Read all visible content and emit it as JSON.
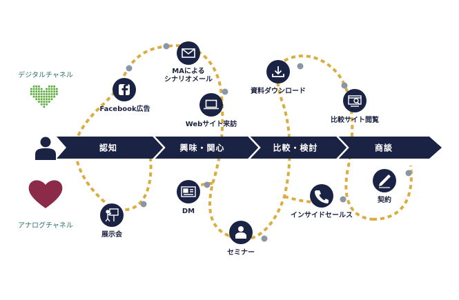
{
  "colors": {
    "arrow": "#1b2345",
    "path": "#d9ad3f",
    "dot": "#8a95a5",
    "node": "#1b2345",
    "digital_heart": "#5aab3c",
    "analog_heart": "#8c2a4a",
    "person": "#1b2345"
  },
  "channels": {
    "digital": "デジタルチャネル",
    "analog": "アナログチャネル"
  },
  "stages": [
    {
      "label": "認知"
    },
    {
      "label": "興味・関心"
    },
    {
      "label": "比較・検討"
    },
    {
      "label": "商談"
    }
  ],
  "touchpoints": [
    {
      "id": "facebook",
      "label": "Facebook広告",
      "icon": "facebook-icon"
    },
    {
      "id": "ma",
      "label": "MAによる\nシナリオメール",
      "icon": "mail-icon"
    },
    {
      "id": "web",
      "label": "Webサイト来訪",
      "icon": "laptop-icon"
    },
    {
      "id": "download",
      "label": "資料ダウンロード",
      "icon": "download-icon"
    },
    {
      "id": "compare",
      "label": "比較サイト閲覧",
      "icon": "compare-site-icon"
    },
    {
      "id": "expo",
      "label": "展示会",
      "icon": "presentation-icon"
    },
    {
      "id": "dm",
      "label": "DM",
      "icon": "letter-icon"
    },
    {
      "id": "seminar",
      "label": "セミナー",
      "icon": "speaker-icon"
    },
    {
      "id": "insidesales",
      "label": "インサイドセールス",
      "icon": "phone-icon"
    },
    {
      "id": "contract",
      "label": "契約",
      "icon": "pen-icon"
    }
  ]
}
